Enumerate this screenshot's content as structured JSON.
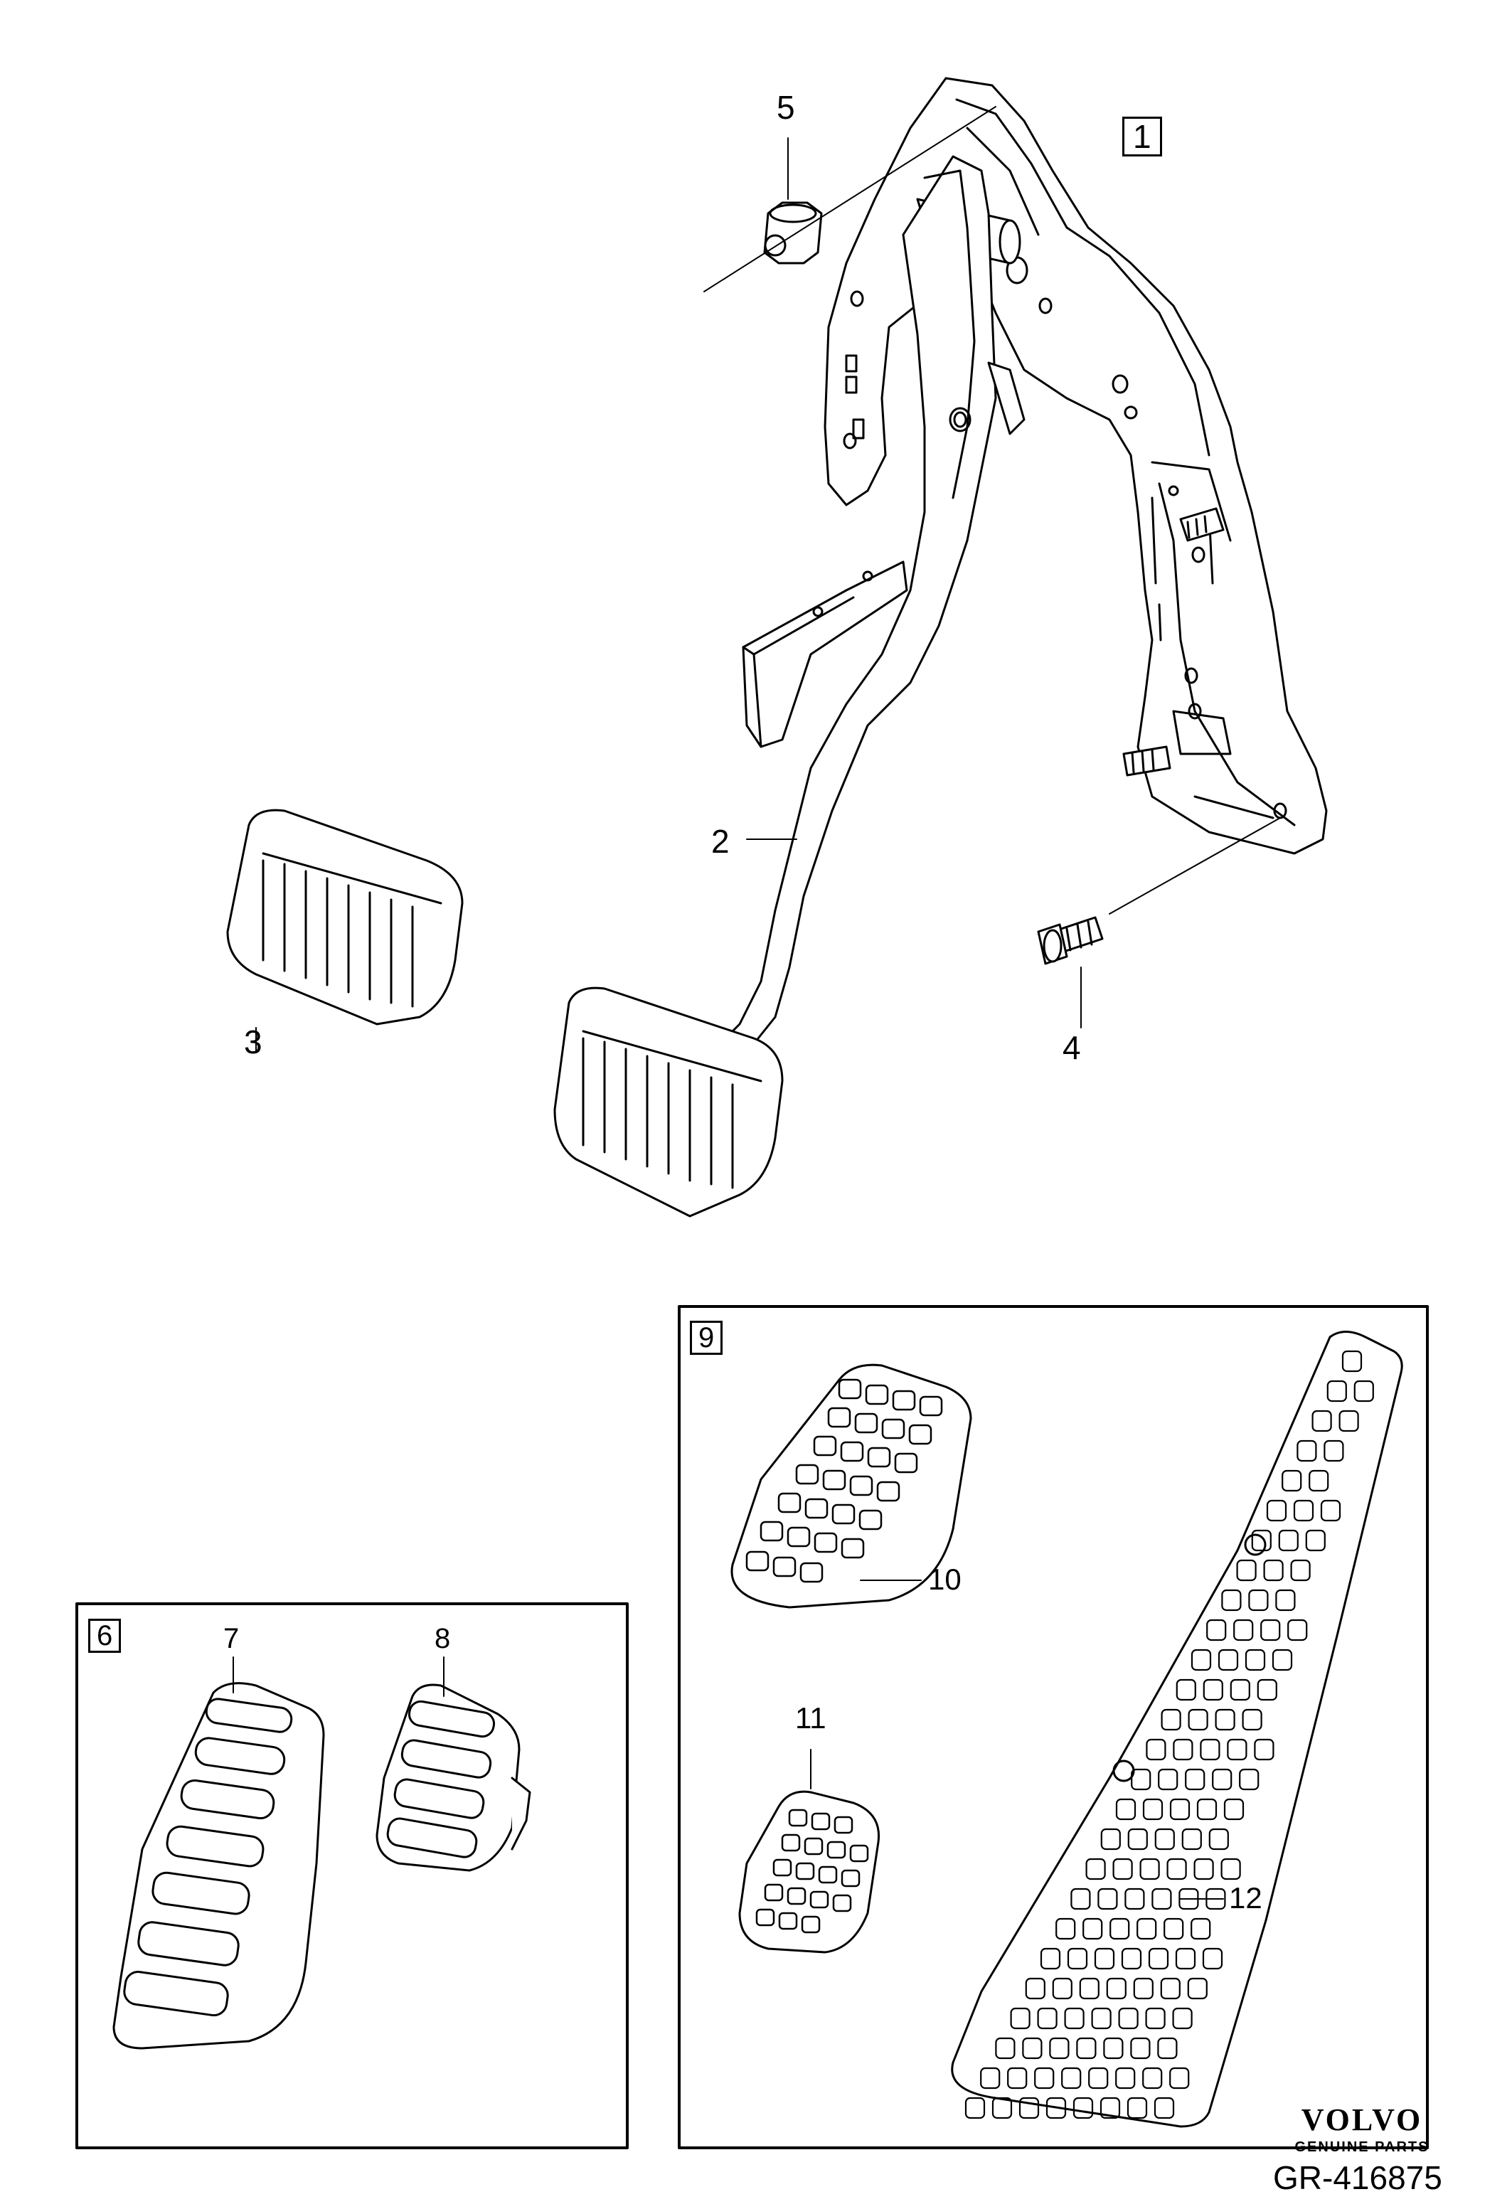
{
  "callouts": {
    "c1": "1",
    "c2": "2",
    "c3": "3",
    "c4": "4",
    "c5": "5",
    "c6": "6",
    "c7": "7",
    "c8": "8",
    "c9": "9",
    "c10": "10",
    "c11": "11",
    "c12": "12"
  },
  "brand": {
    "logo": "VOLVO",
    "tagline": "GENUINE PARTS"
  },
  "reference": "GR-416875"
}
